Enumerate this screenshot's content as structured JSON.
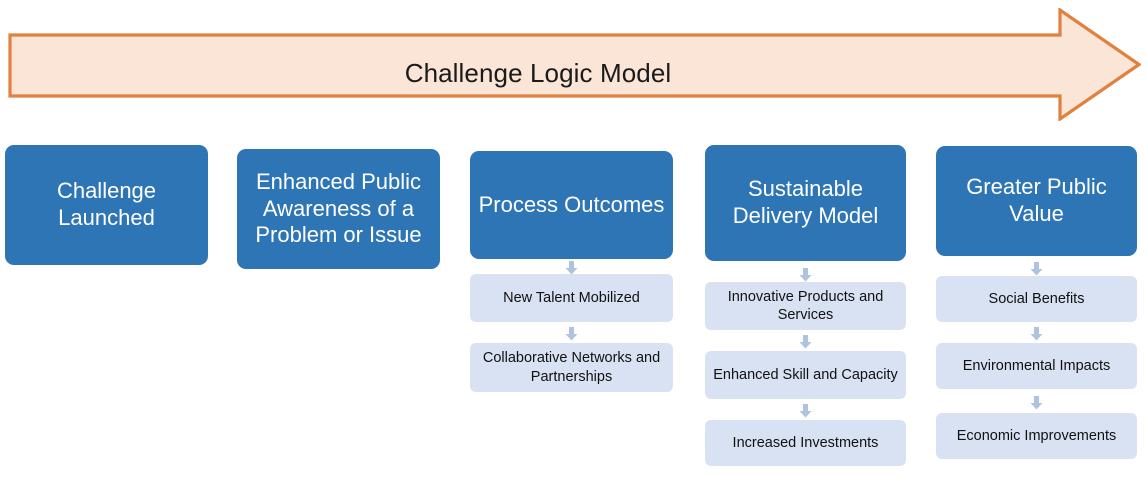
{
  "banner": {
    "title": "Challenge Logic Model",
    "fill": "#FAE5D7",
    "stroke": "#E0813F",
    "icon": "right-arrow-banner"
  },
  "palette": {
    "main_box_fill": "#2E75B6",
    "main_box_text": "#FFFFFF",
    "sub_box_fill": "#D9E2F3",
    "sub_box_text": "#111111",
    "connector_fill": "#AFC2E0",
    "background": "#FFFFFF"
  },
  "columns": [
    {
      "main": "Challenge Launched",
      "sub": []
    },
    {
      "main": "Enhanced Public Awareness of a Problem or Issue",
      "sub": []
    },
    {
      "main": "Process Outcomes",
      "sub": [
        "New Talent Mobilized",
        "Collaborative Networks and Partnerships"
      ]
    },
    {
      "main": "Sustainable Delivery Model",
      "sub": [
        "Innovative Products and Services",
        "Enhanced Skill and Capacity",
        "Increased Investments"
      ]
    },
    {
      "main": "Greater Public Value",
      "sub": [
        "Social Benefits",
        "Environmental Impacts",
        "Economic Improvements"
      ]
    }
  ]
}
